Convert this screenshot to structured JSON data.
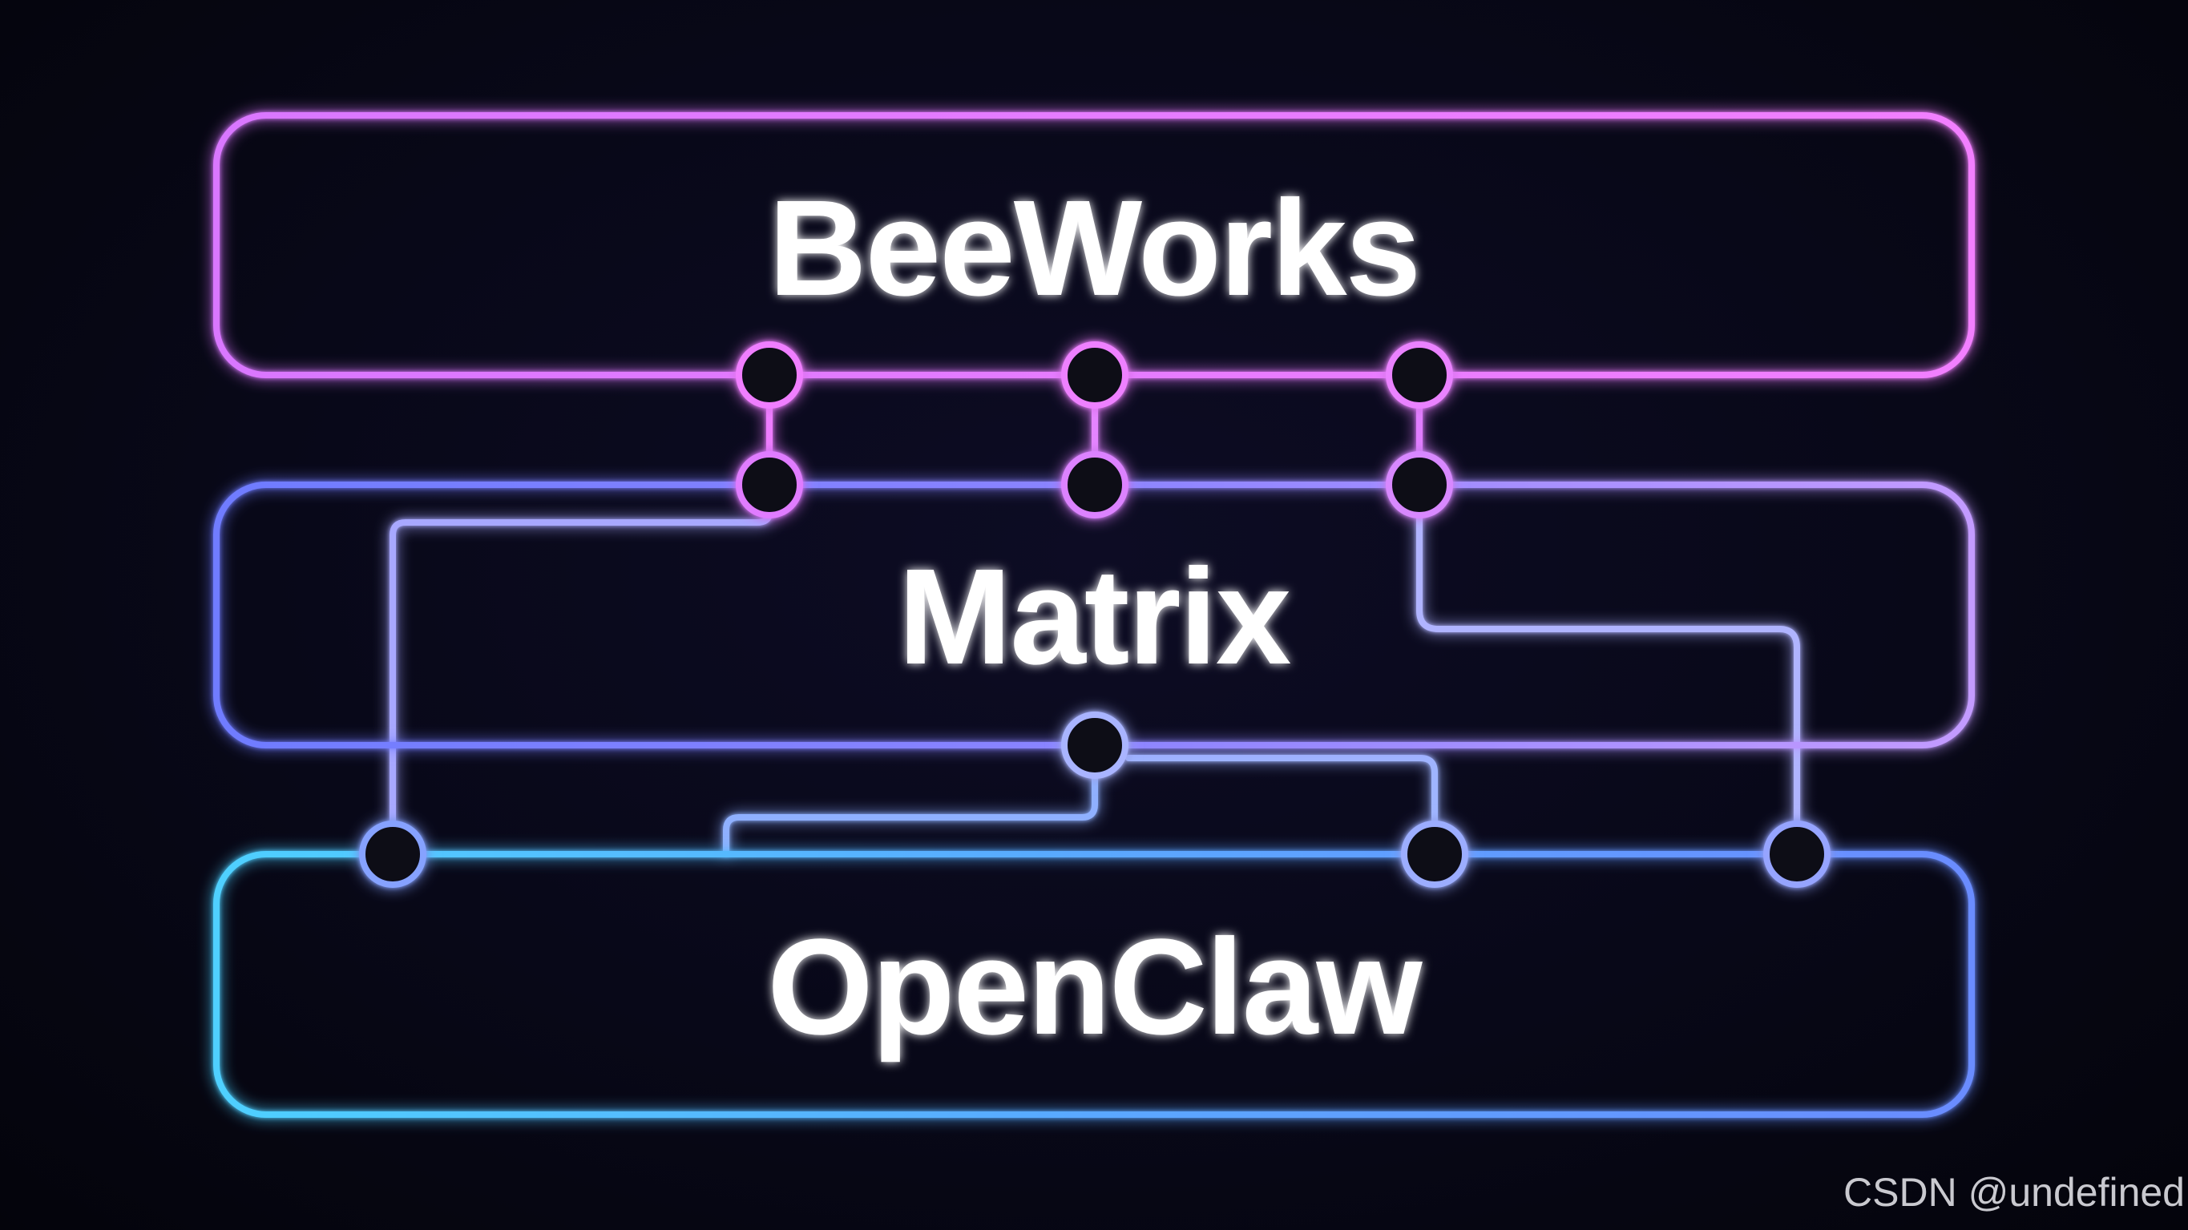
{
  "layers": [
    {
      "id": "beeworks",
      "label": "BeeWorks",
      "color": "#ee80ff"
    },
    {
      "id": "matrix",
      "label": "Matrix",
      "color": "#9a8cff"
    },
    {
      "id": "openclaw",
      "label": "OpenClaw",
      "color": "#5ec8ff"
    }
  ],
  "colors": {
    "background": "#06060f",
    "beeworks_link": "#e58cff",
    "matrix_link": "#a5a8ff",
    "openclaw_link": "#7fb8ff",
    "text": "#ffffff",
    "watermark": "#c9c9cf"
  },
  "watermark": "CSDN @undefined"
}
